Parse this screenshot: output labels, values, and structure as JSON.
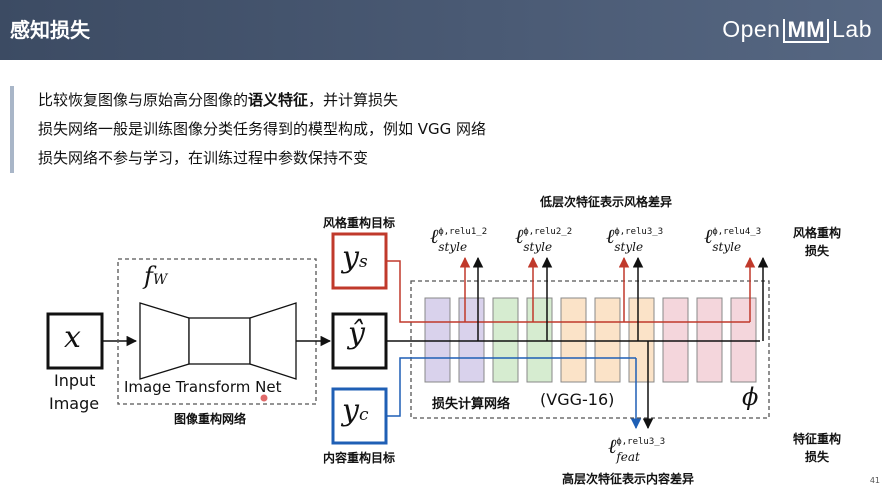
{
  "header": {
    "title": "感知损失",
    "logo_prefix": "Open",
    "logo_mm": "MM",
    "logo_suffix": "Lab"
  },
  "bullets": [
    {
      "before": "比较恢复图像与原始高分图像的",
      "bold": "语义特征",
      "after": "，并计算损失"
    },
    {
      "text": "损失网络一般是训练图像分类任务得到的模型构成，例如 VGG 网络"
    },
    {
      "text": "损失网络不参与学习，在训练过程中参数保持不变"
    }
  ],
  "diagram": {
    "input_symbol": "x",
    "input_label_1": "Input",
    "input_label_2": "Image",
    "transform_symbol": "f",
    "transform_subscript": "W",
    "transform_label": "Image Transform Net",
    "transform_caption": "图像重构网络",
    "style_target_symbol": "y",
    "style_target_sub": "s",
    "style_target_caption": "风格重构目标",
    "output_symbol": "ŷ",
    "content_target_symbol": "y",
    "content_target_sub": "c",
    "content_target_caption": "内容重构目标",
    "loss_network_caption": "损失计算网络",
    "loss_network_name": "(VGG-16)",
    "phi_symbol": "ϕ",
    "low_level_title": "低层次特征表示风格差异",
    "high_level_title": "高层次特征表示内容差异",
    "style_loss_side_1": "风格重构",
    "style_loss_side_2": "损失",
    "feature_loss_side_1": "特征重构",
    "feature_loss_side_2": "损失",
    "style_losses": [
      {
        "sup": "ϕ,relu1_2",
        "sub": "style"
      },
      {
        "sup": "ϕ,relu2_2",
        "sub": "style"
      },
      {
        "sup": "ϕ,relu3_3",
        "sub": "style"
      },
      {
        "sup": "ϕ,relu4_3",
        "sub": "style"
      }
    ],
    "feature_loss": {
      "sup": "ϕ,relu3_3",
      "sub": "feat"
    },
    "colors": {
      "style_red": "#c0392b",
      "content_blue": "#1f5fb5",
      "layer_fills": [
        "#d9d2ec",
        "#d9d2ec",
        "#d6ecd0",
        "#d6ecd0",
        "#fbe3c8",
        "#fbe3c8",
        "#fbe3c8",
        "#f4d6dc",
        "#f4d6dc",
        "#f4d6dc"
      ]
    }
  },
  "page_number": "41"
}
